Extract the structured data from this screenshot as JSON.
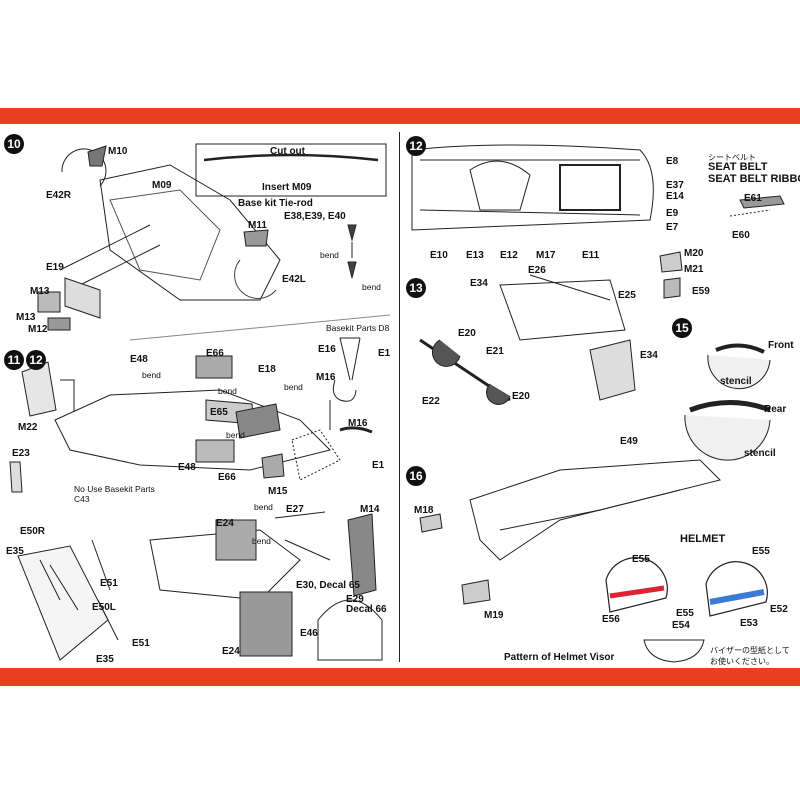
{
  "colors": {
    "band": "#e8401c",
    "ink": "#111111",
    "gray": "#8a8a8a"
  },
  "steps": {
    "s10": "10",
    "s11": "11",
    "s12a": "12",
    "s12b": "12",
    "s13": "13",
    "s15": "15",
    "s16": "16"
  },
  "step10": {
    "cut_out": "Cut out",
    "insert": "Insert M09",
    "tie_rod": "Base kit Tie-rod",
    "tie_parts": "E38,E39, E40",
    "bend1": "bend",
    "bend2": "bend",
    "parts": [
      "M10",
      "E42R",
      "M09",
      "M11",
      "E42L",
      "E19",
      "M13",
      "M13",
      "M12"
    ]
  },
  "step11": {
    "basekit_d8": "Basekit Parts D8",
    "no_use": "No Use Basekit Parts",
    "no_use_part": "C43",
    "bend_a": "bend",
    "bend_b": "bend",
    "bend_c": "bend",
    "bend_d": "bend",
    "parts": [
      "E48",
      "E66",
      "E18",
      "E65",
      "M22",
      "E23",
      "E48",
      "E66",
      "E16",
      "E1",
      "M16",
      "M16",
      "M15",
      "E1"
    ]
  },
  "step11b": {
    "bend_e": "bend",
    "bend_f": "bend",
    "decal65": "E30, Decal 65",
    "e29": "E29",
    "decal66": "Decal 66",
    "parts": [
      "E50R",
      "E35",
      "E51",
      "E50L",
      "E51",
      "E35",
      "E24",
      "E27",
      "M14",
      "E24",
      "E46"
    ]
  },
  "step12": {
    "jp_seatbelt": "シートベルト",
    "seat_belt": "SEAT BELT",
    "seat_belt_ribbon": "SEAT BELT RIBBON",
    "parts": [
      "E8",
      "E37",
      "E14",
      "E9",
      "E7",
      "E10",
      "E13",
      "E12",
      "M17",
      "E11",
      "E61",
      "E60",
      "M20",
      "M21",
      "E59"
    ]
  },
  "step13": {
    "parts": [
      "E34",
      "E26",
      "E25",
      "E20",
      "E21",
      "E22",
      "E20",
      "E34"
    ]
  },
  "step15": {
    "front": "Front",
    "rear": "Rear",
    "stencil1": "stencil",
    "stencil2": "stencil"
  },
  "step16": {
    "helmet": "HELMET",
    "visor": "Pattern of Helmet Visor",
    "jp_visor_1": "バイザーの型紙として",
    "jp_visor_2": "お使いください。",
    "parts": [
      "E49",
      "M18",
      "M19",
      "E55",
      "E55",
      "E55",
      "E56",
      "E54",
      "E53",
      "E52"
    ]
  }
}
